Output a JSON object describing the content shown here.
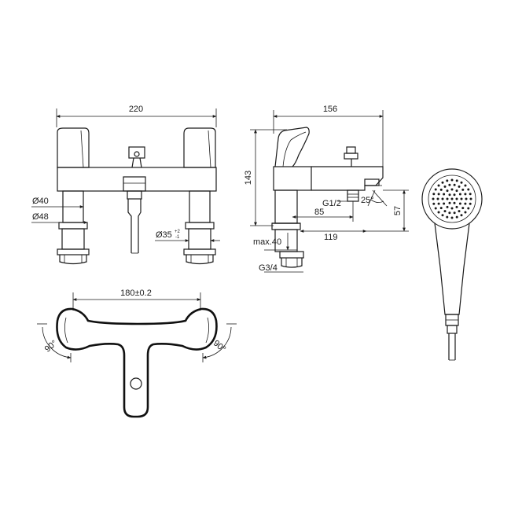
{
  "front_view": {
    "width": "220",
    "dia_40": "Ø40",
    "dia_48": "Ø48",
    "dia_35": "Ø35",
    "dia_35_tol_top": "+2",
    "dia_35_tol_bottom": "-1"
  },
  "side_view": {
    "width": "156",
    "height": "143",
    "thread_outlet": "G1/2",
    "angle": "25°",
    "dim_85": "85",
    "dim_57": "57",
    "max_40": "max.40",
    "dim_119": "119",
    "thread_inlet": "G3/4"
  },
  "top_view": {
    "centers": "180±0.2",
    "rotation_left": "90°",
    "rotation_right": "90°"
  }
}
